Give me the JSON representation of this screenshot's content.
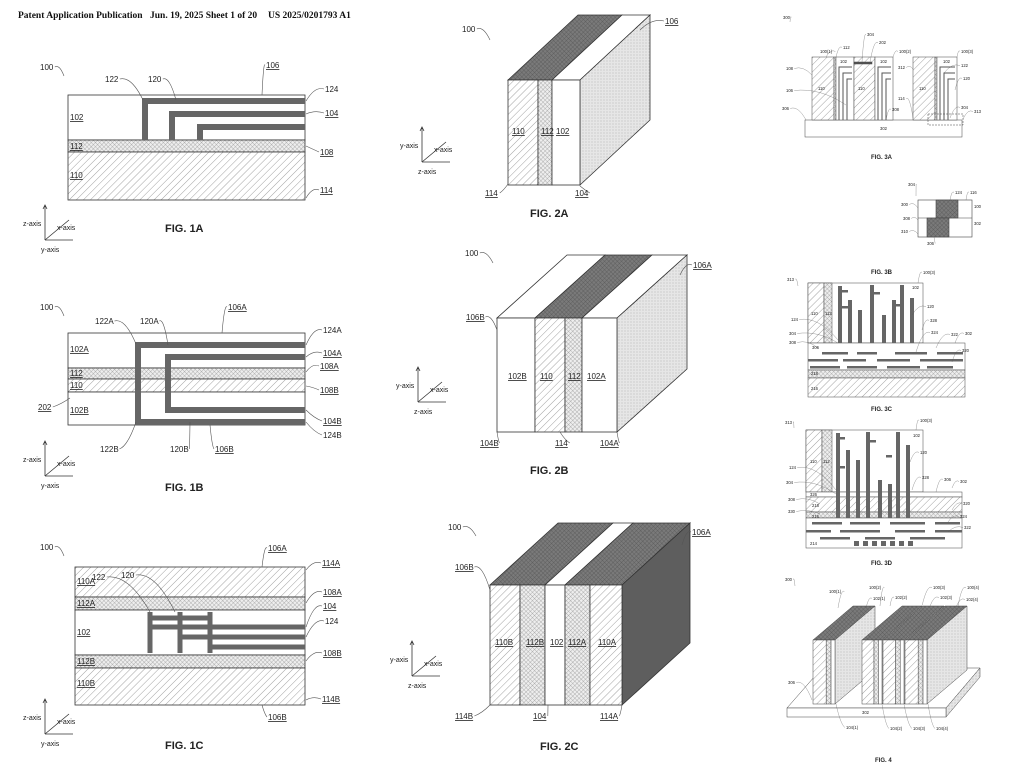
{
  "header": {
    "publication": "Patent Application Publication",
    "date_sheet": "Jun. 19, 2025  Sheet 1 of 20",
    "number": "US 2025/0201793 A1"
  },
  "figures": {
    "fig1a": {
      "caption": "FIG. 1A",
      "labels": [
        "100",
        "106",
        "122",
        "120",
        "124",
        "104",
        "102",
        "112",
        "108",
        "110",
        "114"
      ],
      "axes": [
        "z-axis",
        "x-axis",
        "y-axis"
      ]
    },
    "fig1b": {
      "caption": "FIG. 1B",
      "labels": [
        "100",
        "106A",
        "122A",
        "120A",
        "124A",
        "104A",
        "102A",
        "112",
        "110",
        "108A",
        "108B",
        "202",
        "102B",
        "104B",
        "124B",
        "122B",
        "120B",
        "106B"
      ],
      "axes": [
        "z-axis",
        "x-axis",
        "y-axis"
      ]
    },
    "fig1c": {
      "caption": "FIG. 1C",
      "labels": [
        "100",
        "106A",
        "114A",
        "122",
        "120",
        "110A",
        "108A",
        "112A",
        "104",
        "124",
        "102",
        "108B",
        "112B",
        "110B",
        "114B",
        "106B"
      ],
      "axes": [
        "z-axis",
        "x-axis",
        "y-axis"
      ]
    },
    "fig2a": {
      "caption": "FIG. 2A",
      "labels": [
        "100",
        "106",
        "110",
        "112",
        "102",
        "114",
        "104"
      ],
      "axes": [
        "y-axis",
        "x-axis",
        "z-axis"
      ]
    },
    "fig2b": {
      "caption": "FIG. 2B",
      "labels": [
        "100",
        "106A",
        "106B",
        "102B",
        "110",
        "112",
        "102A",
        "104B",
        "114",
        "104A"
      ],
      "axes": [
        "y-axis",
        "x-axis",
        "z-axis"
      ]
    },
    "fig2c": {
      "caption": "FIG. 2C",
      "labels": [
        "100",
        "106A",
        "106B",
        "110B",
        "112B",
        "102",
        "112A",
        "110A",
        "114B",
        "104",
        "114A"
      ],
      "axes": [
        "y-axis",
        "x-axis",
        "z-axis"
      ]
    },
    "fig3a": {
      "caption": "FIG. 3A",
      "labels": [
        "300",
        "100(1)",
        "112",
        "304",
        "202",
        "100(2)",
        "100(3)",
        "102",
        "102",
        "102",
        "108",
        "110",
        "110",
        "110",
        "106",
        "312",
        "122",
        "120",
        "114",
        "306",
        "308",
        "304",
        "313",
        "302"
      ]
    },
    "fig3b": {
      "caption": "FIG. 3B",
      "labels": [
        "304",
        "124",
        "116",
        "300",
        "308",
        "310",
        "306",
        "100",
        "302"
      ]
    },
    "fig3c": {
      "caption": "FIG. 3C",
      "labels": [
        "313",
        "100(3)",
        "102",
        "110",
        "112",
        "120",
        "124",
        "304",
        "308",
        "306",
        "324",
        "322",
        "302",
        "328",
        "320",
        "218",
        "216"
      ]
    },
    "fig3d": {
      "caption": "FIG. 3D",
      "labels": [
        "313",
        "100(3)",
        "102",
        "110",
        "112",
        "120",
        "124",
        "304",
        "326",
        "308",
        "330",
        "218",
        "216",
        "328",
        "306",
        "302",
        "320",
        "324",
        "322",
        "214"
      ]
    },
    "fig4": {
      "caption": "FIG. 4",
      "labels": [
        "300",
        "100(1)",
        "102(1)",
        "100(2)",
        "102(2)",
        "100(3)",
        "102(3)",
        "100(4)",
        "102(4)",
        "306",
        "302",
        "104(1)",
        "104(2)",
        "104(3)",
        "104(4)"
      ]
    }
  },
  "colors": {
    "conductor": "#666666",
    "ink": "#222222",
    "dark_face": "#777777",
    "light_face": "#e2e2e2"
  }
}
